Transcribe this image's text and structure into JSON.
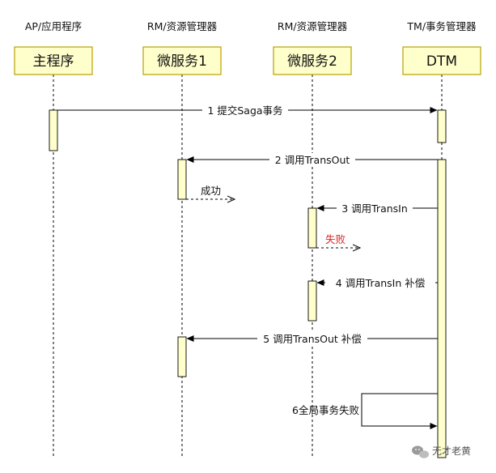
{
  "participants": [
    {
      "role": "AP/应用程序",
      "name": "主程序"
    },
    {
      "role": "RM/资源管理器",
      "name": "微服务1"
    },
    {
      "role": "RM/资源管理器",
      "name": "微服务2"
    },
    {
      "role": "TM/事务管理器",
      "name": "DTM"
    }
  ],
  "messages": [
    {
      "label": "1 提交Saga事务"
    },
    {
      "label": "2 调用TransOut"
    },
    {
      "label": "成功"
    },
    {
      "label": "3 调用TransIn"
    },
    {
      "label": "失败"
    },
    {
      "label": "4 调用TransIn 补偿"
    },
    {
      "label": "5 调用TransOut 补偿"
    },
    {
      "label": "6全局事务失败"
    }
  ],
  "watermark": "无才老黄",
  "colors": {
    "box_fill": "#ffffcc",
    "box_stroke": "#b8a000",
    "error_text": "#d62828",
    "line": "#000000"
  }
}
